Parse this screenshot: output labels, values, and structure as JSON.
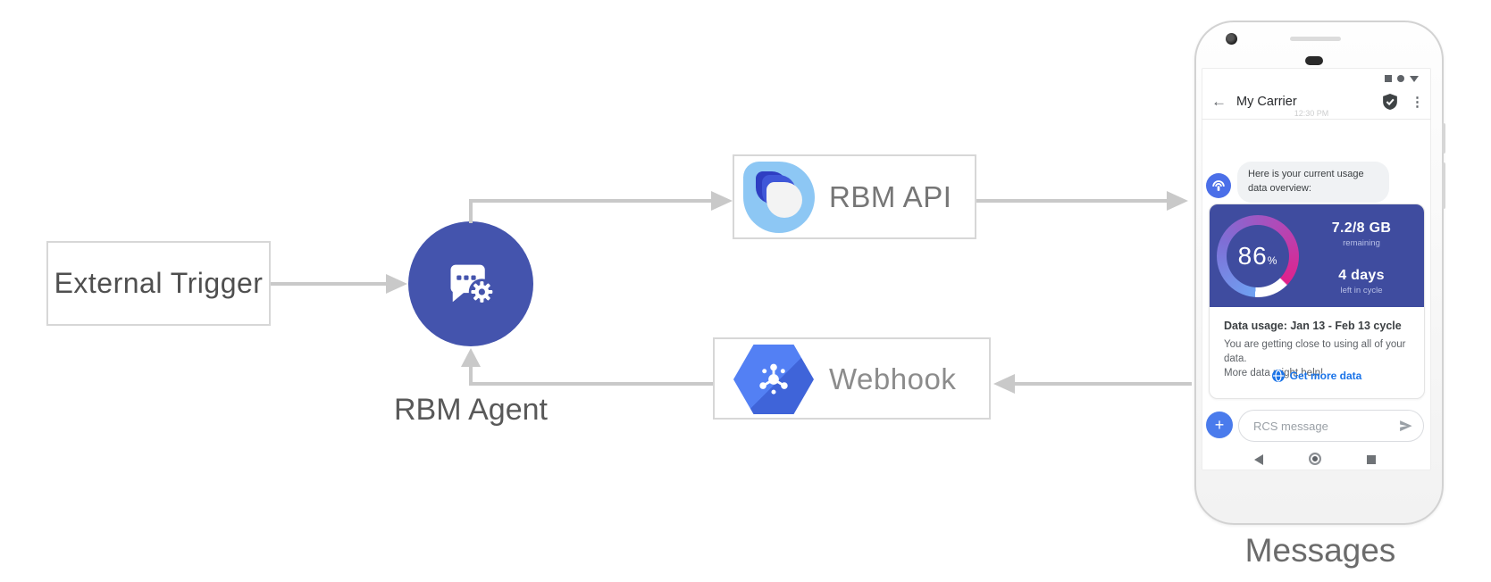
{
  "diagram": {
    "external_trigger_label": "External Trigger",
    "rbm_agent_label": "RBM Agent",
    "rbm_api_label": "RBM API",
    "webhook_label": "Webhook",
    "phone_caption": "Messages"
  },
  "phone": {
    "header": {
      "back_icon": "←",
      "title": "My Carrier",
      "menu_icon": "⋮",
      "timestamp": "12:30 PM"
    },
    "chat": {
      "bot_message": "Here is your current usage data overview:",
      "usage_card": {
        "percent_value": "86",
        "percent_unit": "%",
        "remaining_value": "7.2/8 GB",
        "remaining_label": "remaining",
        "days_value": "4 days",
        "days_label": "left in cycle",
        "heading": "Data usage: Jan 13 - Feb 13 cycle",
        "body_line_1": "You are getting close to using all of your data.",
        "body_line_2": "More data might help!",
        "action_label": "Get more data"
      }
    },
    "composer": {
      "placeholder": "RCS message",
      "plus_icon": "+"
    }
  },
  "colors": {
    "agent_circle": "#4454ad",
    "usage_card_blue": "#3f4c9f",
    "hexagon_blue": "#4c76ee",
    "rbm_logo_light_blue": "#8dc7f4",
    "link_blue": "#1a73e8",
    "connector_gray": "#c9c9c9",
    "gauge_gradient": [
      "#6fa2f2",
      "#7e6fd6",
      "#b04ab8",
      "#e0218c"
    ]
  }
}
